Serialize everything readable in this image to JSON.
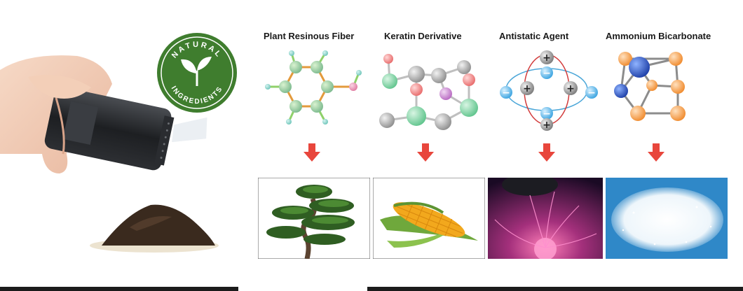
{
  "badge": {
    "top_text": "NATURAL",
    "bottom_text": "INGREDIENTS",
    "color": "#3f7d2e"
  },
  "ingredients": [
    {
      "title": "Plant Resinous Fiber",
      "image": "pine-bonsai-tree"
    },
    {
      "title": "Keratin Derivative",
      "image": "corn-cob"
    },
    {
      "title": "Antistatic Agent",
      "image": "plasma-ball"
    },
    {
      "title": "Ammonium Bicarbonate",
      "image": "white-crystals"
    }
  ],
  "colors": {
    "arrow": "#e8463c",
    "title": "#1a1a1a",
    "bond_orange": "#e39a3c"
  }
}
